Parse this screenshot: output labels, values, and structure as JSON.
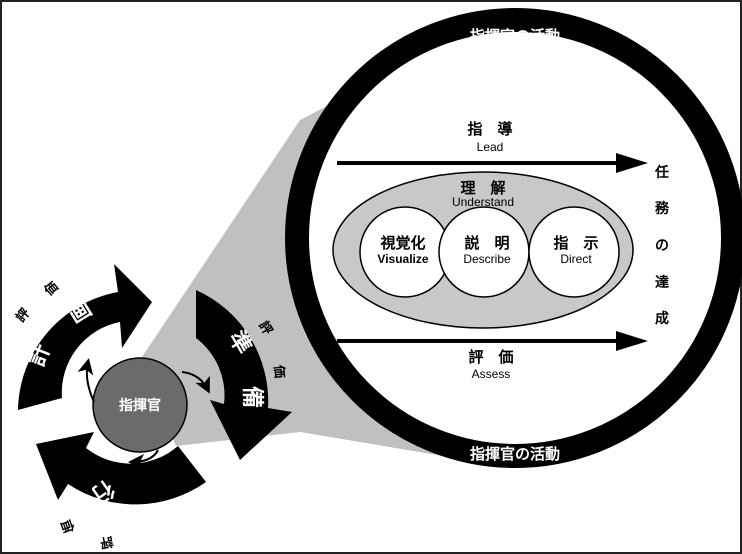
{
  "diagram": {
    "outer_ring_label_top": "指揮官の活動",
    "outer_ring_label_bottom": "指揮官の活動",
    "lead": {
      "jp": "指　導",
      "en": "Lead"
    },
    "understand": {
      "jp": "理　解",
      "en": "Understand"
    },
    "visualize": {
      "jp": "視覚化",
      "en": "Visualize"
    },
    "describe": {
      "jp": "説　明",
      "en": "Describe"
    },
    "direct": {
      "jp": "指　示",
      "en": "Direct"
    },
    "assess": {
      "jp": "評　価",
      "en": "Assess"
    },
    "mission_chars": [
      "任",
      "務",
      "の",
      "達",
      "成"
    ],
    "commander": "指揮官",
    "cycle": {
      "plan": [
        "計",
        "画"
      ],
      "prepare": [
        "準",
        "備"
      ],
      "execute": [
        "実",
        "行"
      ],
      "assess_label": [
        "評",
        "価"
      ]
    }
  },
  "colors": {
    "ring": "#000000",
    "wedge": "#c0c0c2",
    "ellipse": "#c8c8c8",
    "commander_fill": "#6b6b6b",
    "frame": "#222222"
  }
}
